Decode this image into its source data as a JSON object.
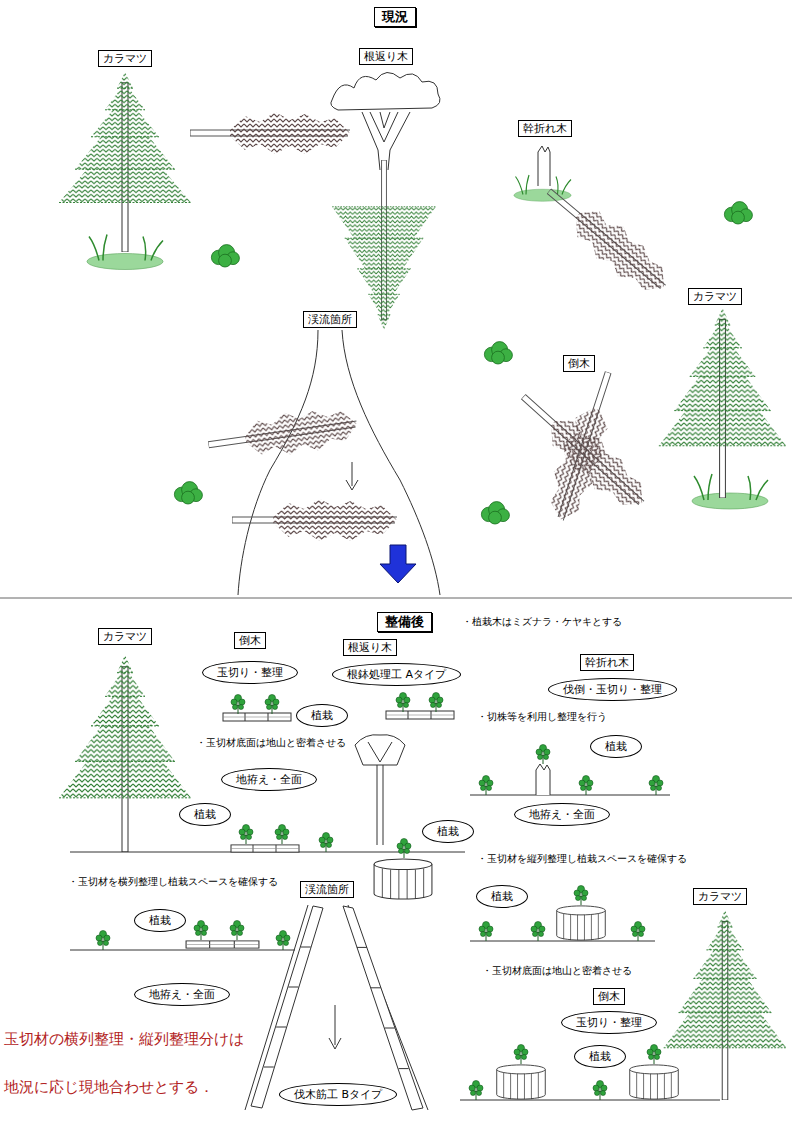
{
  "diagram": {
    "nodes": [
      {
        "text": [
          "現況"
        ]
      },
      {
        "text": [
          "カラマツ"
        ]
      },
      {
        "text": [
          "根返り木"
        ]
      },
      {
        "text": [
          "幹折れ木"
        ]
      },
      {
        "text": [
          "渓流箇所"
        ]
      },
      {
        "text": [
          "倒木"
        ]
      },
      {
        "text": [
          "カラマツ"
        ]
      },
      {
        "text": [
          "整備後"
        ]
      },
      {
        "text": [
          "カラマツ"
        ]
      },
      {
        "text": [
          "倒木"
        ]
      },
      {
        "text": [
          "玉切り・整理"
        ]
      },
      {
        "text": [
          "根返り木"
        ]
      },
      {
        "text": [
          "根鉢処理工 Aタイプ"
        ]
      },
      {
        "text": [
          "幹折れ木"
        ]
      },
      {
        "text": [
          "伐倒・玉切り・整理"
        ]
      },
      {
        "text": [
          "植栽"
        ]
      },
      {
        "text": [
          "植栽"
        ]
      },
      {
        "text": [
          "地拵え・全面"
        ]
      },
      {
        "text": [
          "植栽"
        ]
      },
      {
        "text": [
          "地拵え・全面"
        ]
      },
      {
        "text": [
          "植栽"
        ]
      },
      {
        "text": [
          "植栽"
        ]
      },
      {
        "text": [
          "カラマツ"
        ]
      },
      {
        "text": [
          "渓流箇所"
        ]
      },
      {
        "text": [
          "植栽"
        ]
      },
      {
        "text": [
          "倒木"
        ]
      },
      {
        "text": [
          "玉切り・整理"
        ]
      },
      {
        "text": [
          "地拵え・全面"
        ]
      },
      {
        "text": [
          "植栽"
        ]
      },
      {
        "text": [
          "伐木筋工 Bタイプ"
        ]
      }
    ],
    "labels": [
      "・植栽木はミズナラ・ケヤキとする",
      "・玉切材底面は地山と密着させる",
      "・切株等を利用し整理を行う",
      "・玉切材を縦列整理し植栽スペースを確保する",
      "・玉切材底面は地山と密着させる",
      "・玉切材を横列整理し植栽スペースを確保する",
      "玉切材の横列整理・縦列整理分けは",
      "地況に応じ現地合わせとする．"
    ]
  }
}
